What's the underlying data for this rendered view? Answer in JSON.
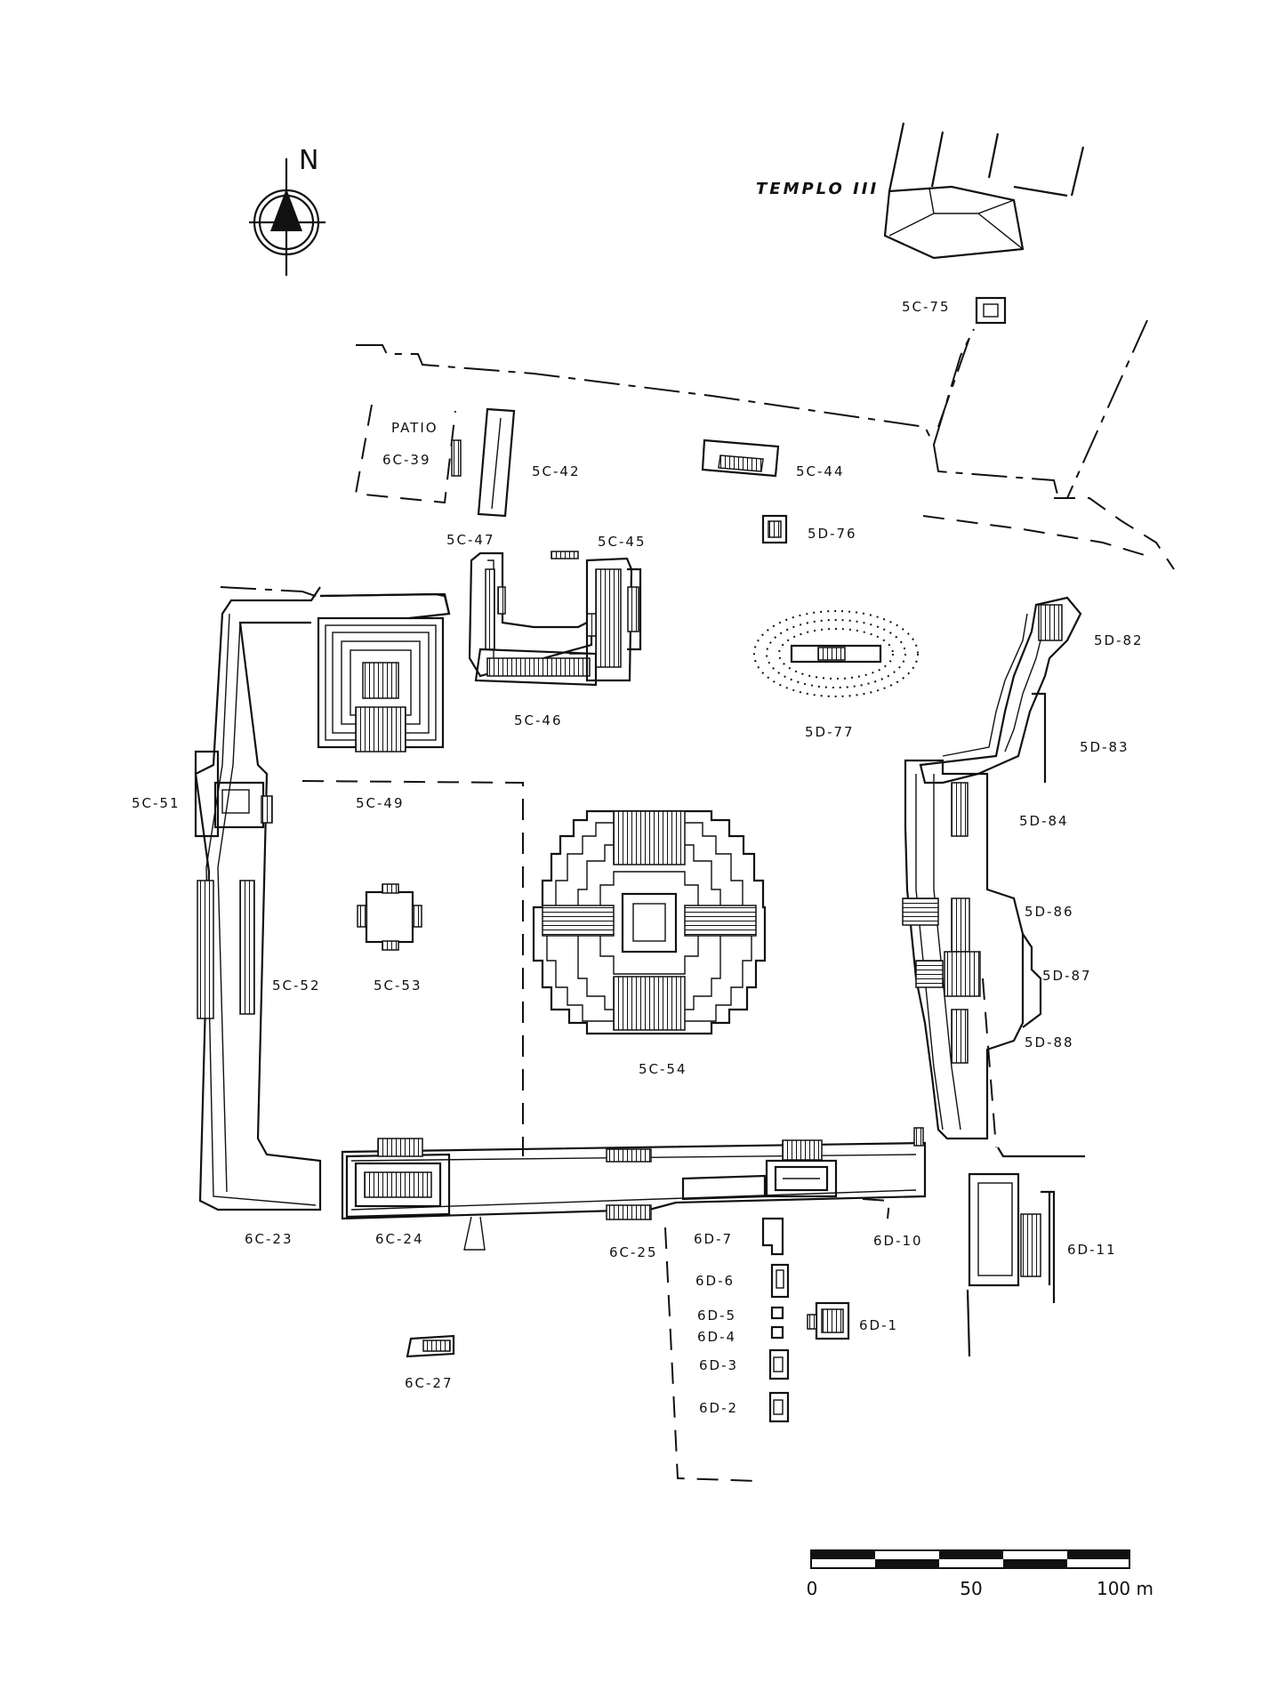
{
  "north_label": "N",
  "temple_label": "TEMPLO III",
  "patio_label": "PATIO",
  "structures": {
    "s5c75": "5C-75",
    "s6c39": "6C-39",
    "s5c42": "5C-42",
    "s5c44": "5C-44",
    "s5d76": "5D-76",
    "s5c47": "5C-47",
    "s5c45": "5C-45",
    "s5c46": "5C-46",
    "s5d77": "5D-77",
    "s5d82": "5D-82",
    "s5d83": "5D-83",
    "s5d84": "5D-84",
    "s5d86": "5D-86",
    "s5d87": "5D-87",
    "s5d88": "5D-88",
    "s5c51": "5C-51",
    "s5c49": "5C-49",
    "s5c52": "5C-52",
    "s5c53": "5C-53",
    "s5c54": "5C-54",
    "s6c23": "6C-23",
    "s6c24": "6C-24",
    "s6c25": "6C-25",
    "s6d7": "6D-7",
    "s6d10": "6D-10",
    "s6d11": "6D-11",
    "s6d6": "6D-6",
    "s6d5": "6D-5",
    "s6d4": "6D-4",
    "s6d1": "6D-1",
    "s6d3": "6D-3",
    "s6d2": "6D-2",
    "s6c27": "6C-27"
  },
  "scale": {
    "tick_0": "0",
    "tick_50": "50",
    "tick_100": "100 m",
    "max_meters": 100
  }
}
